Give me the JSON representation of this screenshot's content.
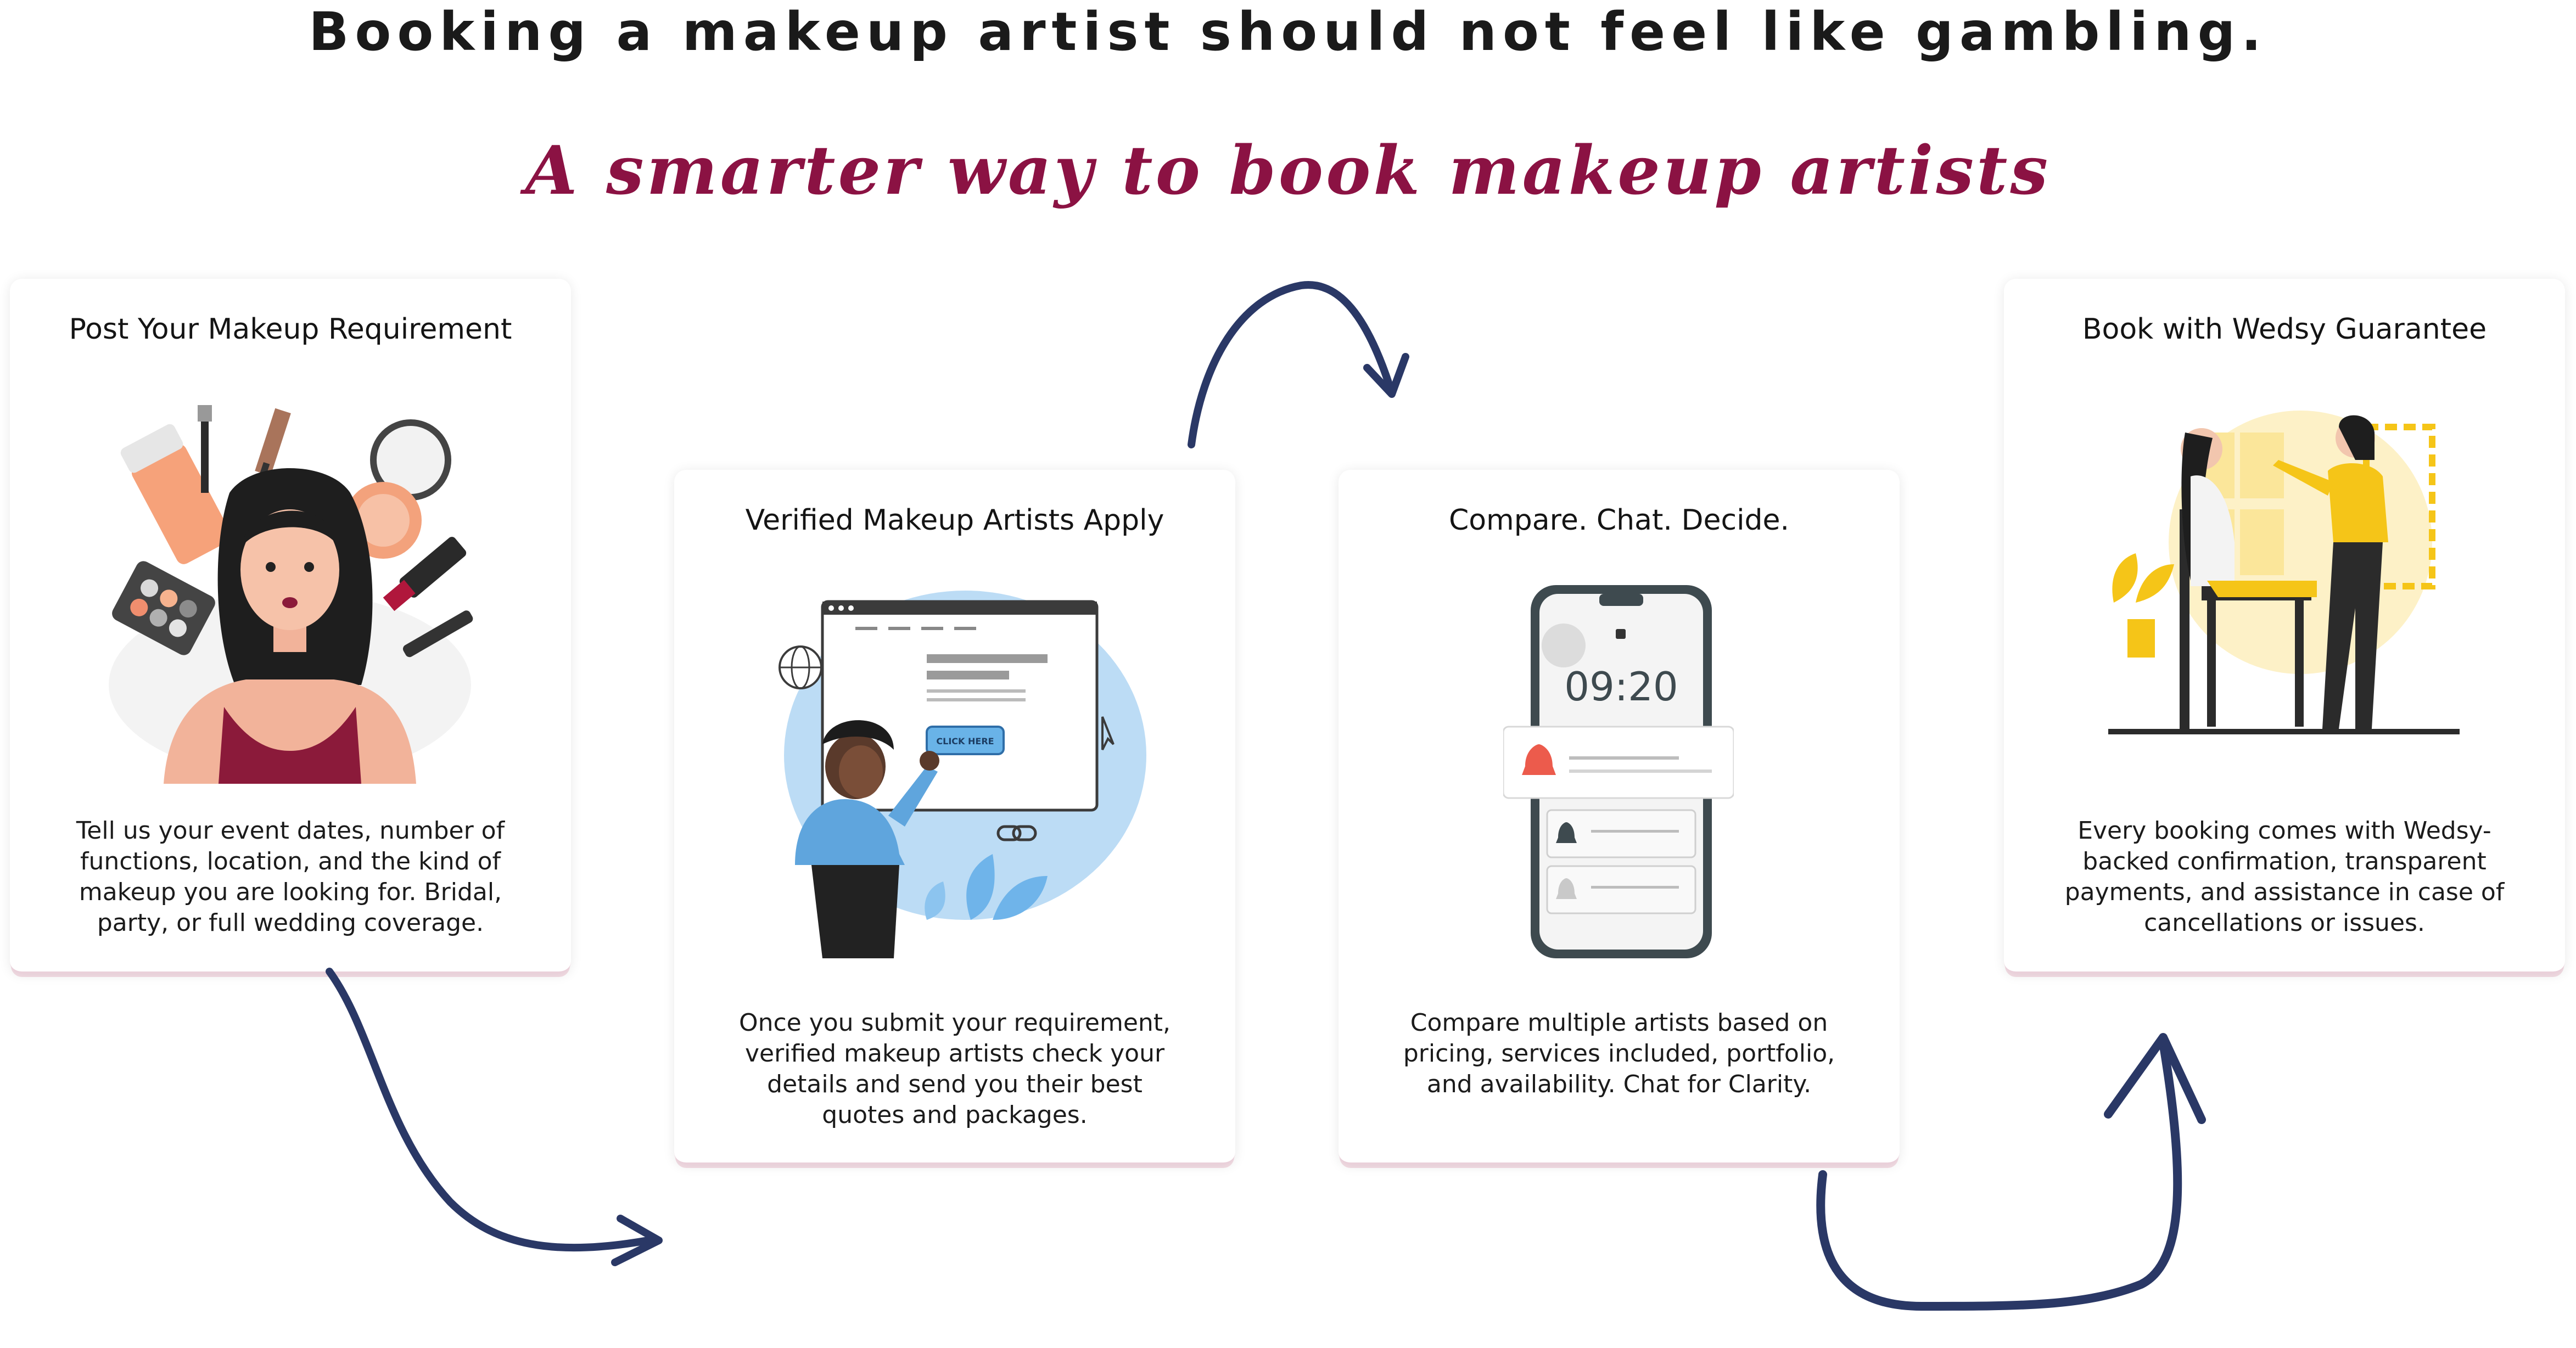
{
  "header": {
    "headline": "Booking a makeup artist should not feel like gambling.",
    "tagline": "A smarter way to book makeup artists"
  },
  "steps": [
    {
      "title": "Post Your Makeup Requirement",
      "description": "Tell us your event dates, number of functions, location, and the kind of makeup you are looking for. Bridal, party, or full wedding coverage."
    },
    {
      "title": "Verified Makeup Artists Apply",
      "description": "Once you submit your requirement, verified makeup artists check your details and send you their best quotes and packages.",
      "illustration_button": "CLICK HERE"
    },
    {
      "title": "Compare. Chat. Decide.",
      "description": "Compare multiple artists based on pricing, services included, portfolio, and availability. Chat for Clarity.",
      "phone_time": "09:20"
    },
    {
      "title": "Book with Wedsy Guarantee",
      "description": "Every booking comes with Wedsy-backed confirmation, transparent payments, and assistance in case of cancellations or issues."
    }
  ],
  "colors": {
    "accent": "#8b1243",
    "arrow": "#2a3866",
    "illustration_blue": "#9fcbef",
    "illustration_yellow": "#f5c518",
    "dress": "#8b1a3a"
  }
}
